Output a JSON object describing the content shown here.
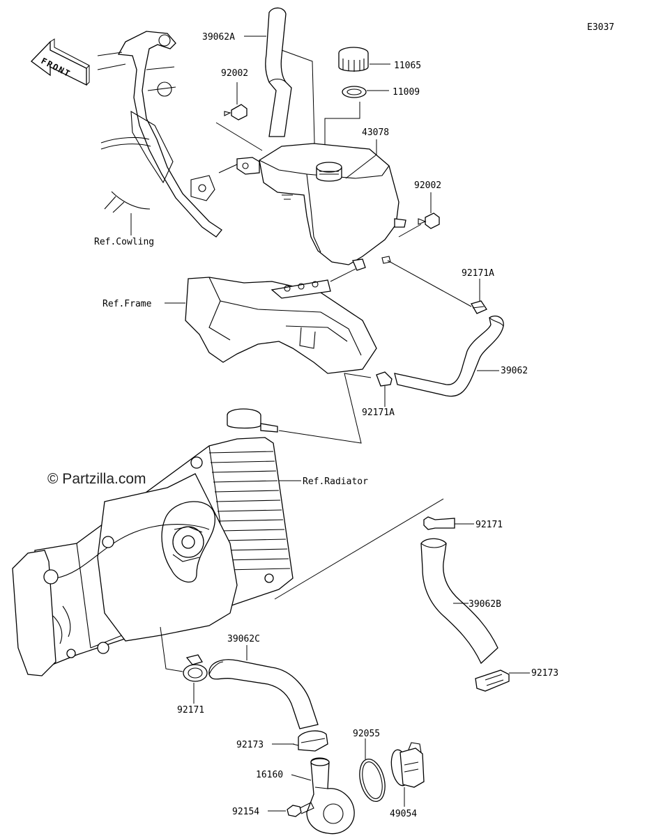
{
  "diagram_code": "E3037",
  "copyright": "© Partzilla.com",
  "front_arrow": {
    "text": "FRONT"
  },
  "labels": {
    "p39062A": "39062A",
    "p92002_top": "92002",
    "p11065": "11065",
    "p11009": "11009",
    "p43078": "43078",
    "p92002_right": "92002",
    "ref_cowling": "Ref.Cowling",
    "p92171A_top": "92171A",
    "ref_frame": "Ref.Frame",
    "p39062": "39062",
    "p92171A_mid": "92171A",
    "ref_radiator": "Ref.Radiator",
    "p92171_right": "92171",
    "p39062B": "39062B",
    "p92173_right": "92173",
    "p39062C": "39062C",
    "p92171_left": "92171",
    "p92055": "92055",
    "p92173_low": "92173",
    "p16160": "16160",
    "p92154": "92154",
    "p49054": "49054"
  }
}
